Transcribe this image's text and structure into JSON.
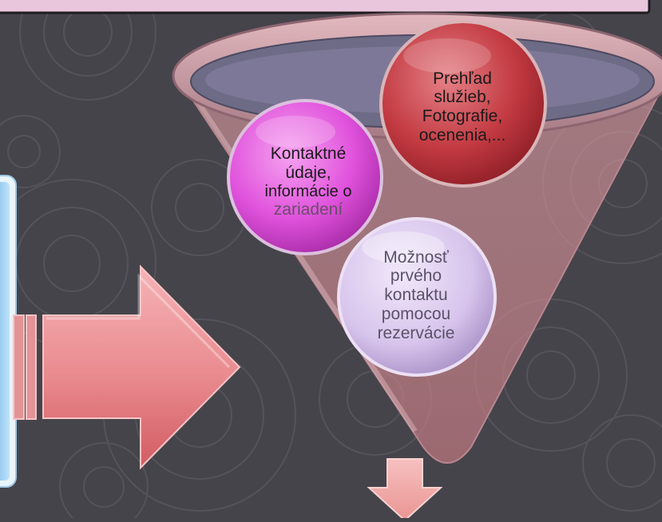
{
  "colors": {
    "background": "#46444b",
    "top_banner": "#e9c6dc",
    "red_bubble": "#c33a42",
    "pink_bubble": "#e052dc",
    "lavender_bubble": "#d7c4ec",
    "arrow": "#e98a8e",
    "phone_screen": "#7dc3f0"
  },
  "bubbles": {
    "red": {
      "lines": [
        "Prehľad",
        "služieb,",
        "Fotografie,",
        "ocenenia,..."
      ]
    },
    "pink": {
      "lines": [
        "Kontaktné",
        "údaje,",
        "informácie o",
        "zariadení"
      ]
    },
    "lavender": {
      "lines": [
        "Možnosť",
        "prvého",
        "kontaktu",
        "pomocou",
        "rezervácie"
      ]
    }
  }
}
